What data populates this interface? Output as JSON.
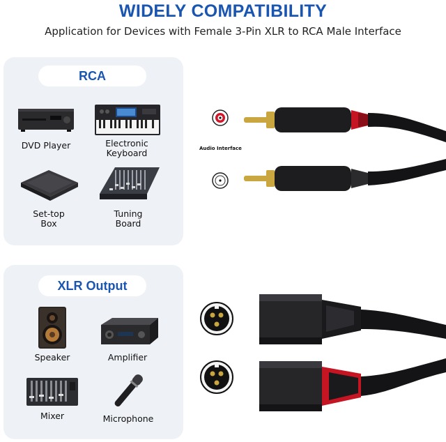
{
  "header": {
    "title": "WIDELY COMPATIBILITY",
    "subtitle": "Application for Devices with Female 3-Pin XLR to RCA Male Interface"
  },
  "rca_panel": {
    "label": "RCA",
    "devices": [
      {
        "name": "DVD Player"
      },
      {
        "name": "Electronic\nKeyboard"
      },
      {
        "name": "Set-top\nBox"
      },
      {
        "name": "Tuning\nBoard"
      }
    ]
  },
  "xlr_panel": {
    "label": "XLR Output",
    "devices": [
      {
        "name": "Speaker"
      },
      {
        "name": "Amplifier"
      },
      {
        "name": "Mixer"
      },
      {
        "name": "Microphone"
      }
    ]
  },
  "cable": {
    "audio_interface_label": "Audio Interface"
  },
  "colors": {
    "title": "#1a55b0",
    "accent_red": "#d0182a",
    "panel_bg": "#eef1f6",
    "gold": "#c9a640"
  }
}
